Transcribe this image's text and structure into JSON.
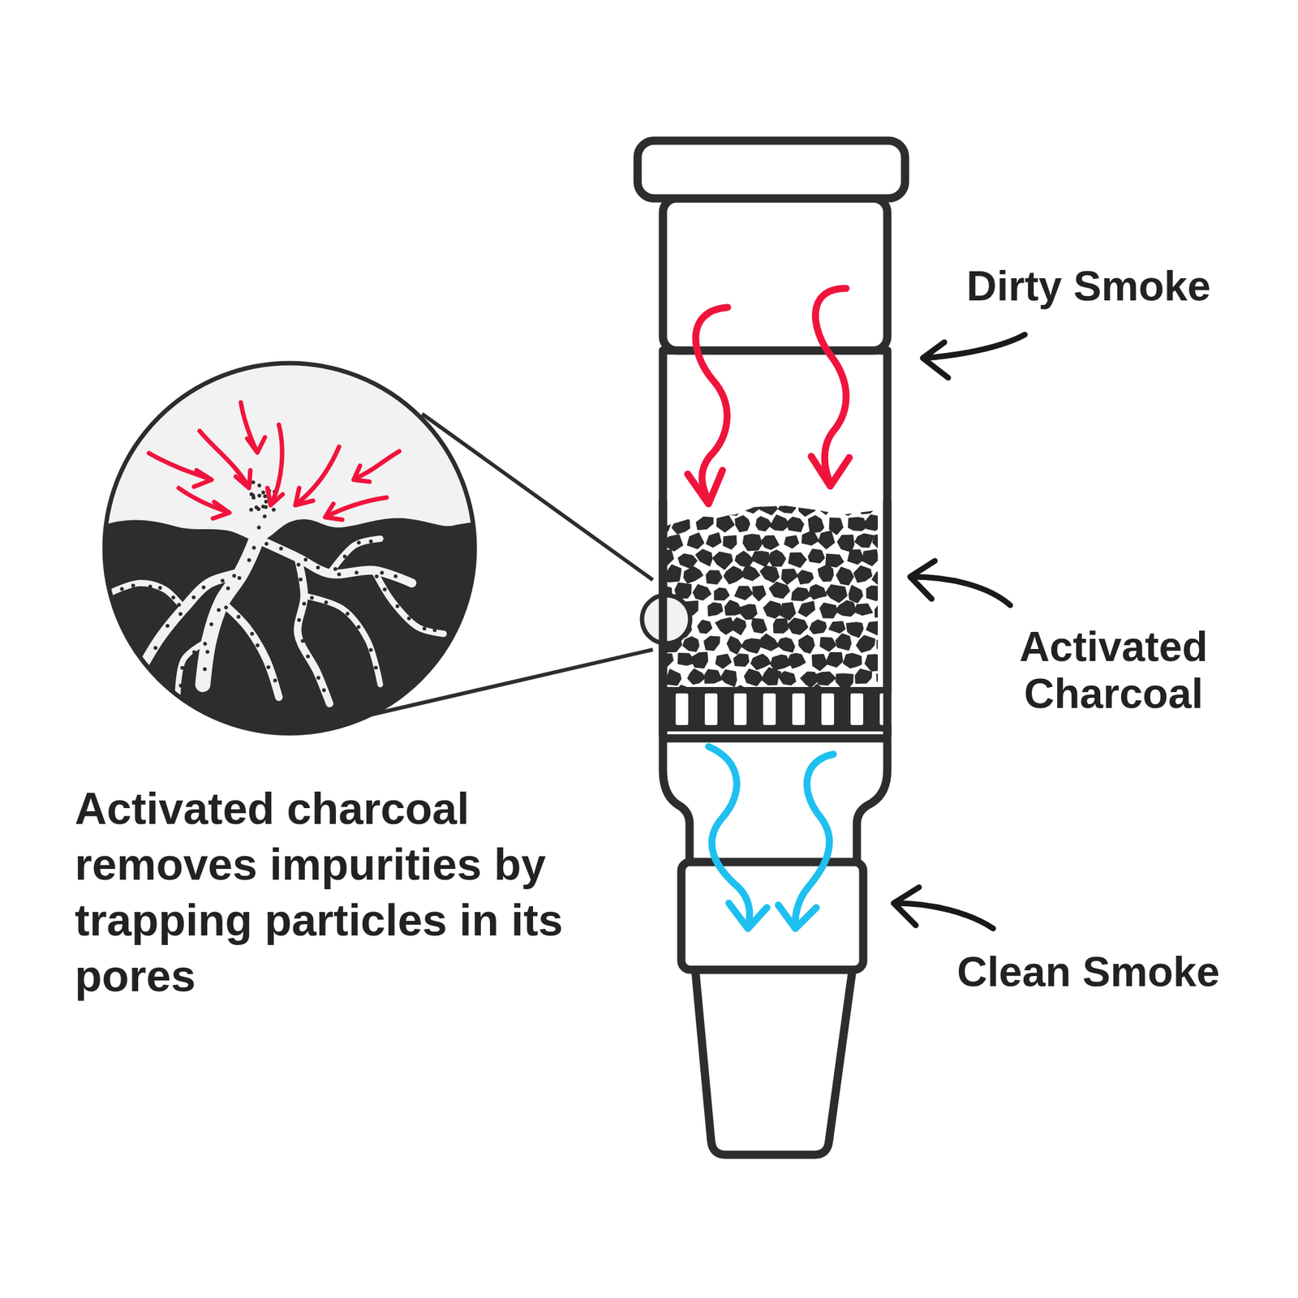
{
  "diagram": {
    "labels": [
      "Dirty Smoke",
      "Activated Charcoal",
      "Clean Smoke",
      "Activated charcoal removes impurities by trapping particles in its pores"
    ]
  }
}
